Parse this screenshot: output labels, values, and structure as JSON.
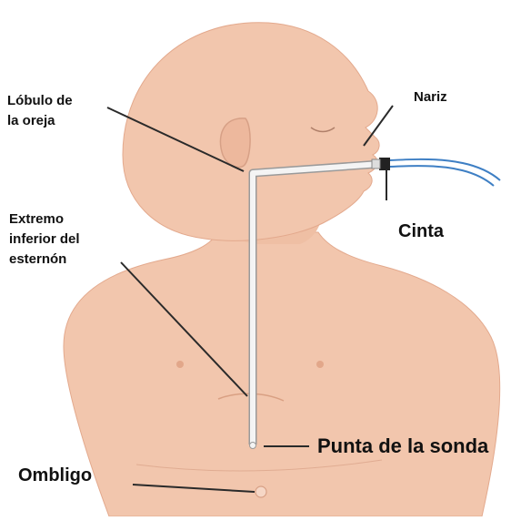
{
  "labels": {
    "earlobe_line1": "Lóbulo de",
    "earlobe_line2": "la oreja",
    "nose": "Nariz",
    "sternum_line1": "Extremo",
    "sternum_line2": "inferior del",
    "sternum_line3": "esternón",
    "tape": "Cinta",
    "tube_tip": "Punta de la sonda",
    "navel": "Ombligo"
  },
  "colors": {
    "skin": "#f2c6ad",
    "skin_shadow": "#e3a98d",
    "outline": "#d7a086",
    "tube": "#f4f4f4",
    "tube_edge": "#9a9a9a",
    "pointer": "#2a2a2a",
    "blue_tube": "#3e7fc4"
  }
}
